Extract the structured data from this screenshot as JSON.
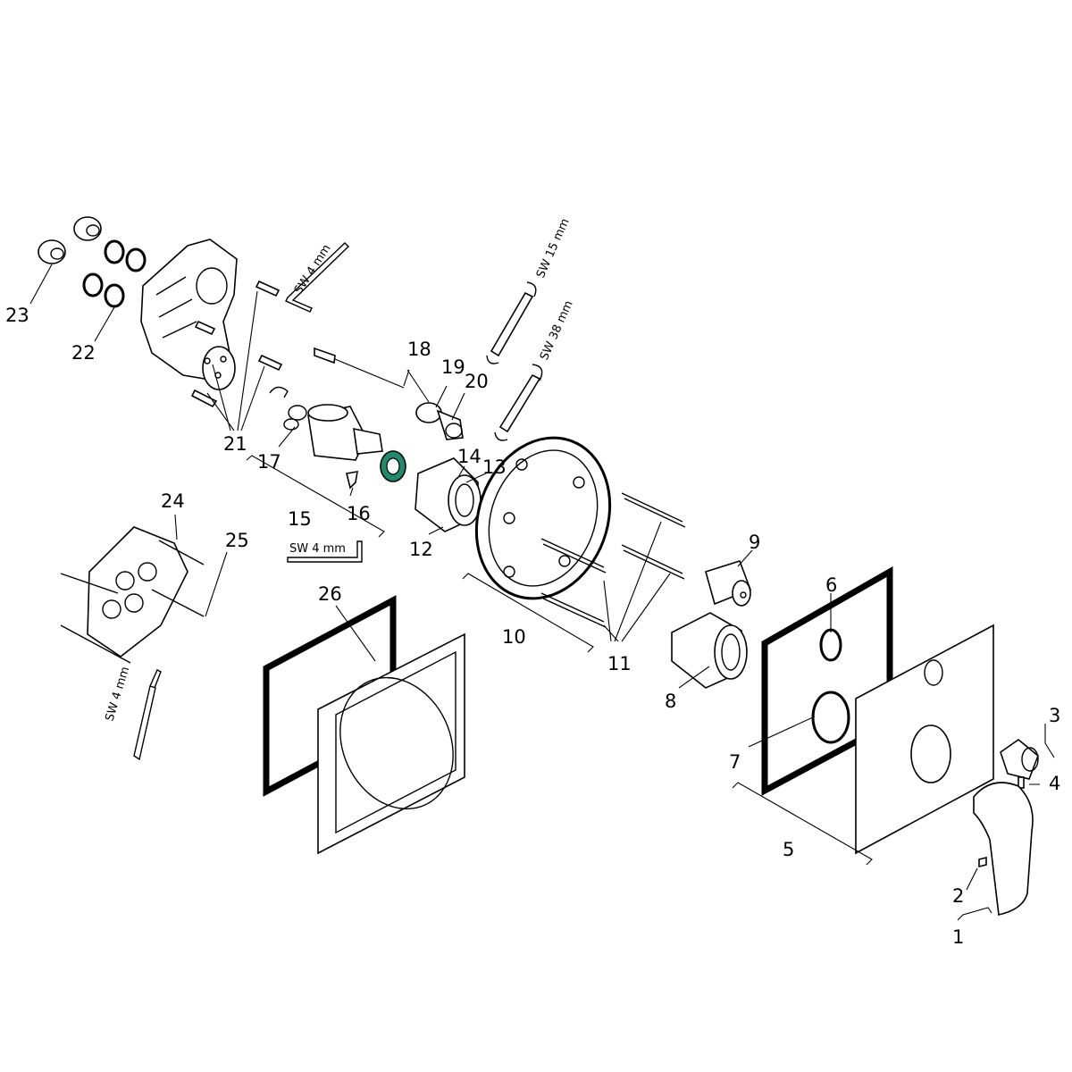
{
  "colors": {
    "line": "#000000",
    "background": "#ffffff",
    "highlight_part": "#1e8a6e"
  },
  "labels": {
    "p1": "1",
    "p2": "2",
    "p3": "3",
    "p4": "4",
    "p5": "5",
    "p6": "6",
    "p7": "7",
    "p8": "8",
    "p9": "9",
    "p10": "10",
    "p11": "11",
    "p12": "12",
    "p13": "13",
    "p14": "14",
    "p15": "15",
    "p16": "16",
    "p17": "17",
    "p18": "18",
    "p19": "19",
    "p20": "20",
    "p21": "21",
    "p22": "22",
    "p23": "23",
    "p24": "24",
    "p25": "25",
    "p26": "26"
  },
  "tools": {
    "hex_key_top": "SW 4 mm",
    "hex_key_mid": "SW 4 mm",
    "hex_key_left": "SW 4 mm",
    "wrench_15": "SW 15 mm",
    "wrench_38": "SW 38 mm"
  }
}
